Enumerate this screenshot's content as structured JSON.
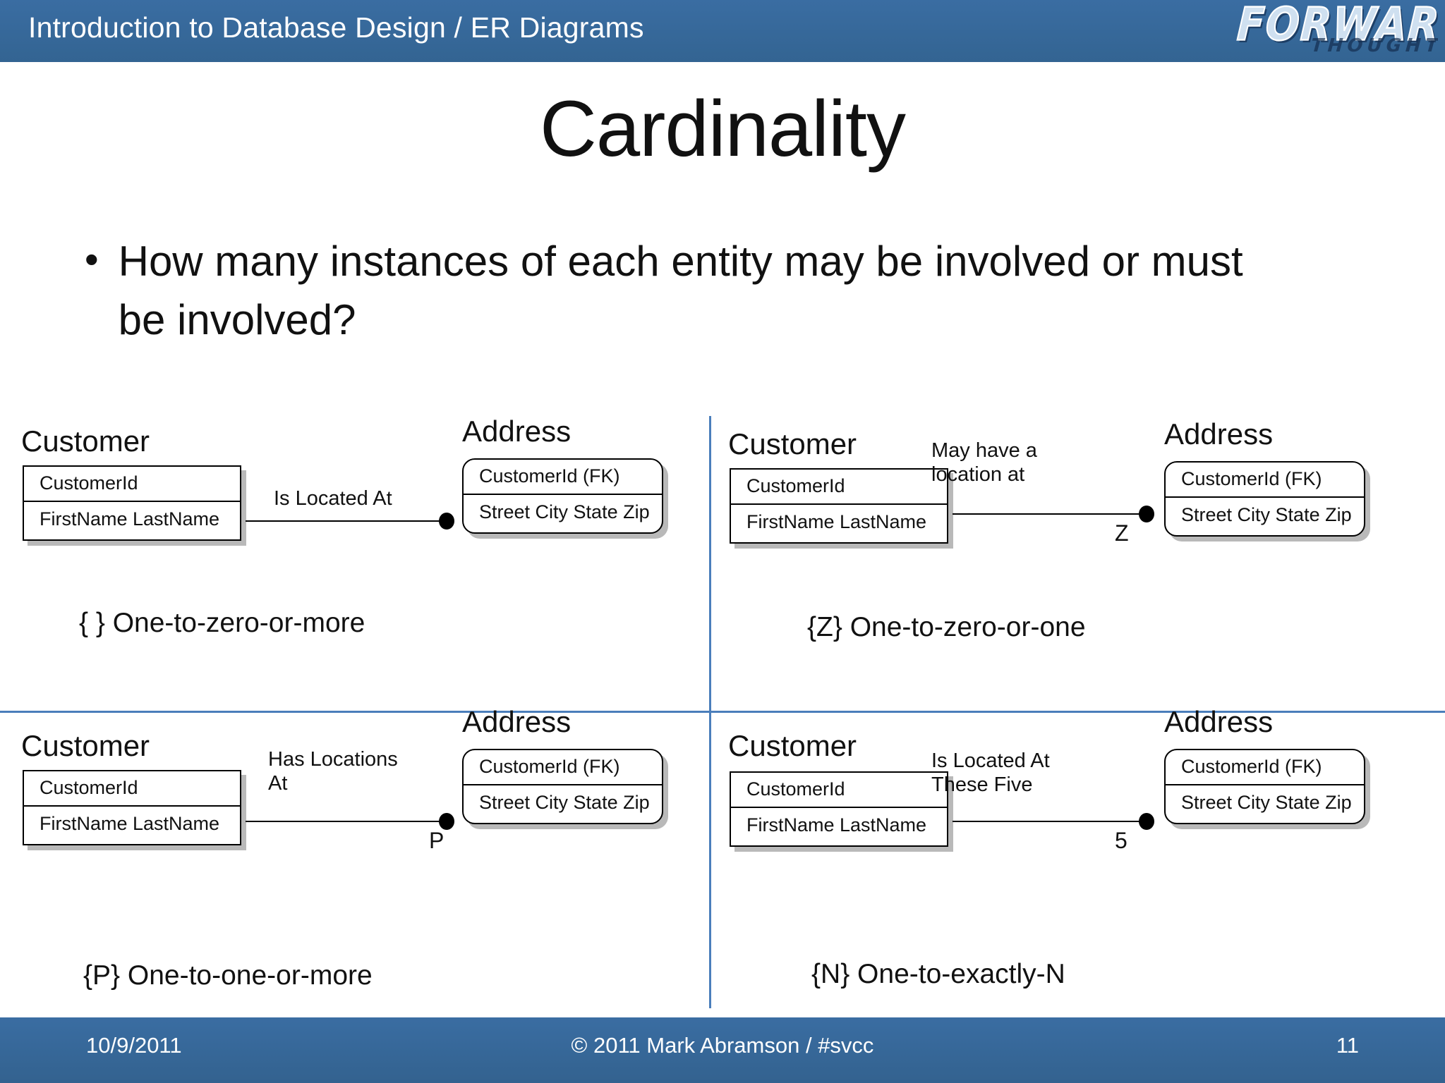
{
  "header": {
    "title": "Introduction to Database Design / ER Diagrams",
    "logo_primary": "FORWARD",
    "logo_secondary": "THOUGHT",
    "bar_color": "#36699e"
  },
  "slide": {
    "title": "Cardinality",
    "bullet": "How many instances of each entity may be involved or must be involved?",
    "bullet_marker": "•",
    "divider_color": "#4a7ebb"
  },
  "diagrams": [
    {
      "id": "one-to-zero-or-more",
      "left_entity": {
        "name": "Customer",
        "key": "CustomerId",
        "attributes": "FirstName\nLastName",
        "shape": "square"
      },
      "right_entity": {
        "name": "Address",
        "key": "CustomerId (FK)",
        "attributes": "Street\nCity\nState\nZip",
        "shape": "rounded"
      },
      "relationship_label": "Is Located At",
      "cardinality_marker": "",
      "caption": "{ } One-to-zero-or-more"
    },
    {
      "id": "one-to-zero-or-one",
      "left_entity": {
        "name": "Customer",
        "key": "CustomerId",
        "attributes": "FirstName\nLastName",
        "shape": "square"
      },
      "right_entity": {
        "name": "Address",
        "key": "CustomerId (FK)",
        "attributes": "Street\nCity\nState\nZip",
        "shape": "rounded"
      },
      "relationship_label": "May have a\nlocation at",
      "cardinality_marker": "Z",
      "caption": "{Z} One-to-zero-or-one"
    },
    {
      "id": "one-to-one-or-more",
      "left_entity": {
        "name": "Customer",
        "key": "CustomerId",
        "attributes": "FirstName\nLastName",
        "shape": "square"
      },
      "right_entity": {
        "name": "Address",
        "key": "CustomerId (FK)",
        "attributes": "Street\nCity\nState\nZip",
        "shape": "rounded"
      },
      "relationship_label": "Has Locations\nAt",
      "cardinality_marker": "P",
      "caption": "{P} One-to-one-or-more"
    },
    {
      "id": "one-to-exactly-n",
      "left_entity": {
        "name": "Customer",
        "key": "CustomerId",
        "attributes": "FirstName\nLastName",
        "shape": "square"
      },
      "right_entity": {
        "name": "Address",
        "key": "CustomerId (FK)",
        "attributes": "Street\nCity\nState\nZip",
        "shape": "rounded"
      },
      "relationship_label": "Is Located At\nThese Five",
      "cardinality_marker": "5",
      "caption": "{N} One-to-exactly-N"
    }
  ],
  "footer": {
    "date": "10/9/2011",
    "copyright": "© 2011 Mark Abramson / #svcc",
    "page_number": "11"
  }
}
